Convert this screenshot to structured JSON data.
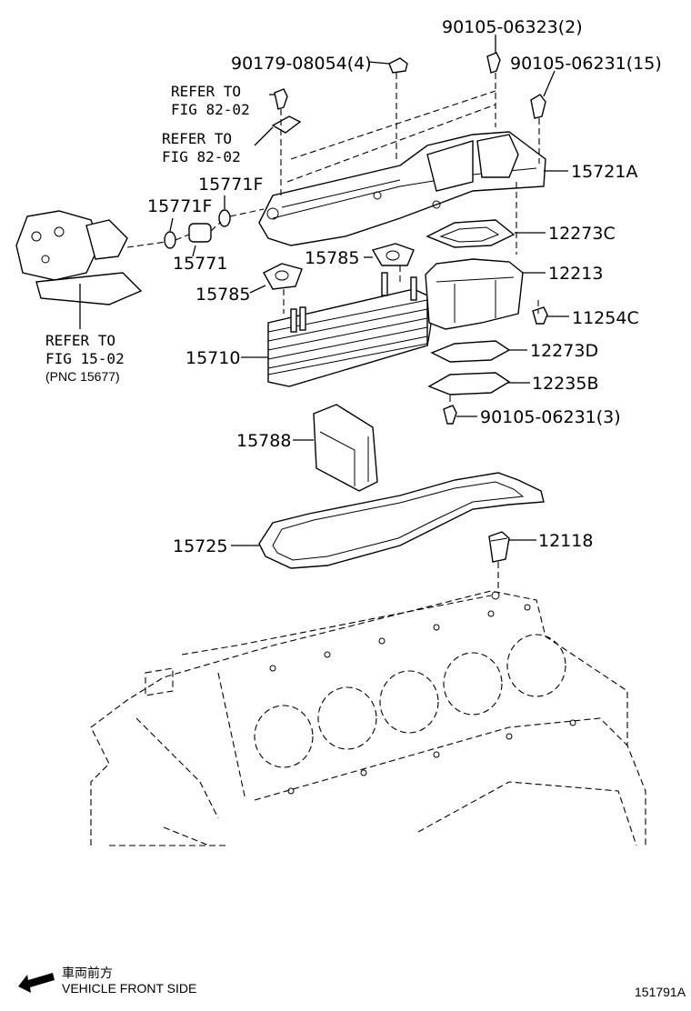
{
  "labels": {
    "p90105_06323": "90105-06323(2)",
    "p90179_08054": "90179-08054(4)",
    "p90105_06231_15": "90105-06231(15)",
    "refer_fig_82_02_a_l1": "REFER TO",
    "refer_fig_82_02_a_l2": "FIG 82-02",
    "refer_fig_82_02_b_l1": "REFER TO",
    "refer_fig_82_02_b_l2": "FIG 82-02",
    "p15721A": "15721A",
    "p15771F_top": "15771F",
    "p15771F_left": "15771F",
    "p12273C": "12273C",
    "p15771": "15771",
    "p15785_right": "15785",
    "p12213": "12213",
    "p15785_left": "15785",
    "p11254C": "11254C",
    "refer_fig_15_02_l1": "REFER TO",
    "refer_fig_15_02_l2": "FIG 15-02",
    "refer_fig_15_02_l3": "(PNC 15677)",
    "p15710": "15710",
    "p12273D": "12273D",
    "p12235B": "12235B",
    "p90105_06231_3": "90105-06231(3)",
    "p15788": "15788",
    "p15725": "15725",
    "p12118": "12118"
  },
  "footer": {
    "direction_jp": "車両前方",
    "direction_en": "VEHICLE FRONT SIDE",
    "figure_id": "151791A"
  },
  "icons": {
    "direction_arrow": "arrow-left-down-icon"
  }
}
